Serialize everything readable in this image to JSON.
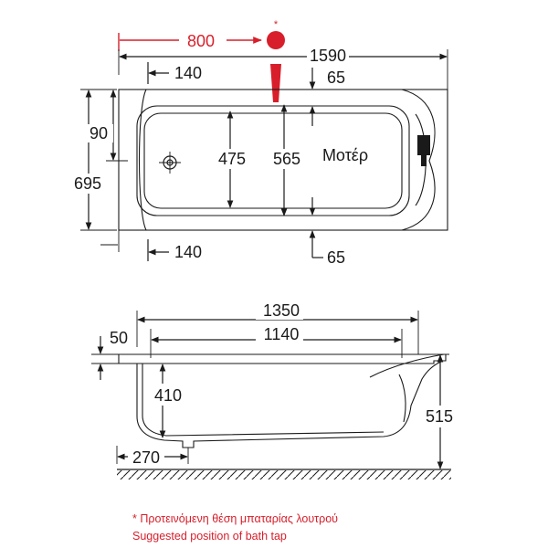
{
  "colors": {
    "ink": "#1a1a1a",
    "accent": "#d81e2a"
  },
  "top_view": {
    "tap_offset": "800",
    "tap_marker": "*",
    "overall_length": "1590",
    "rim_top": "65",
    "rim_bottom": "65",
    "end_top": "140",
    "end_bottom": "140",
    "side_height": "90",
    "overall_width": "695",
    "inner_width": "475",
    "outer_inner_width": "565",
    "motor_label": "Μοτέρ"
  },
  "side_view": {
    "top_length": "1350",
    "bottom_length": "1140",
    "rim_height": "50",
    "depth": "410",
    "total_height": "515",
    "drain_offset": "270"
  },
  "notes": {
    "greek": "* Προτεινόμενη θέση μπαταρίας λουτρού",
    "english": "Suggested position of bath tap"
  }
}
